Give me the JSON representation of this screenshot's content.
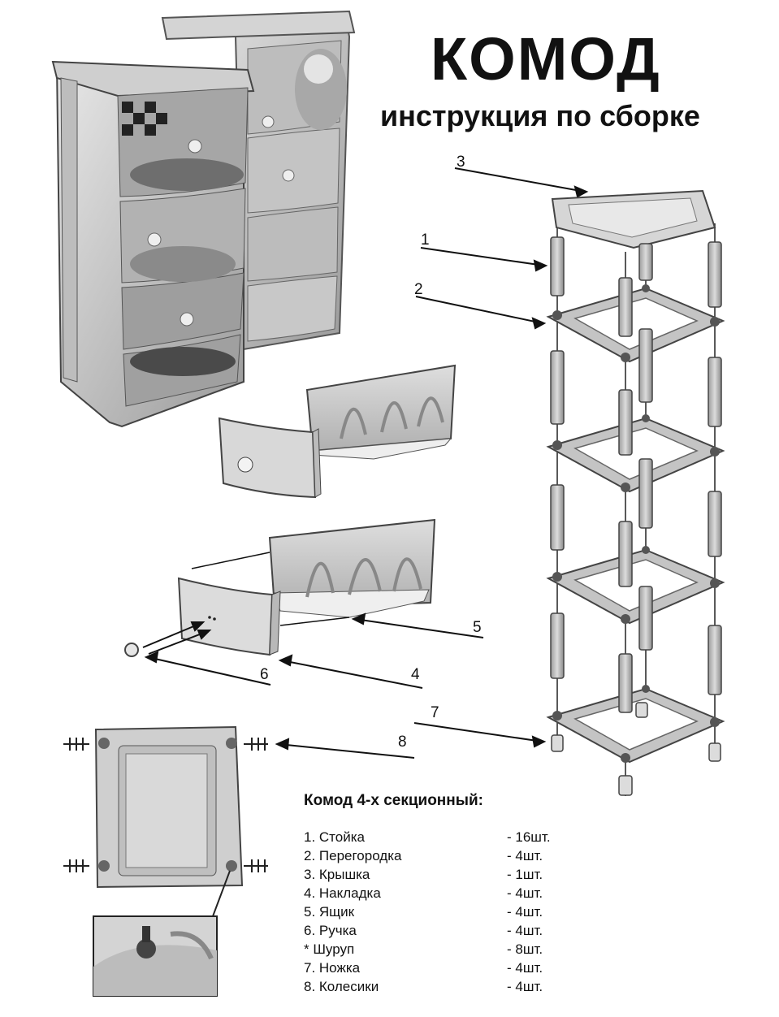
{
  "header": {
    "title": "КОМОД",
    "subtitle": "инструкция по сборке"
  },
  "callouts": [
    "1",
    "2",
    "3",
    "4",
    "5",
    "6",
    "7",
    "8"
  ],
  "legend": {
    "heading": "Комод 4-х секционный:",
    "items": [
      {
        "name": "1. Стойка",
        "qty": "- 16шт."
      },
      {
        "name": "2. Перегородка",
        "qty": "- 4шт."
      },
      {
        "name": "3. Крышка",
        "qty": "- 1шт."
      },
      {
        "name": "4. Накладка",
        "qty": "- 4шт."
      },
      {
        "name": "5. Ящик",
        "qty": "- 4шт."
      },
      {
        "name": "6. Ручка",
        "qty": "- 4шт."
      },
      {
        "name": "* Шуруп",
        "qty": "- 8шт."
      },
      {
        "name": "7. Ножка",
        "qty": "- 4шт."
      },
      {
        "name": "8. Колесики",
        "qty": "- 4шт."
      }
    ]
  },
  "colors": {
    "ink": "#111111",
    "part_fill": "#c8c8c8",
    "part_dark": "#7a7a7a",
    "part_light": "#e6e6e6"
  }
}
